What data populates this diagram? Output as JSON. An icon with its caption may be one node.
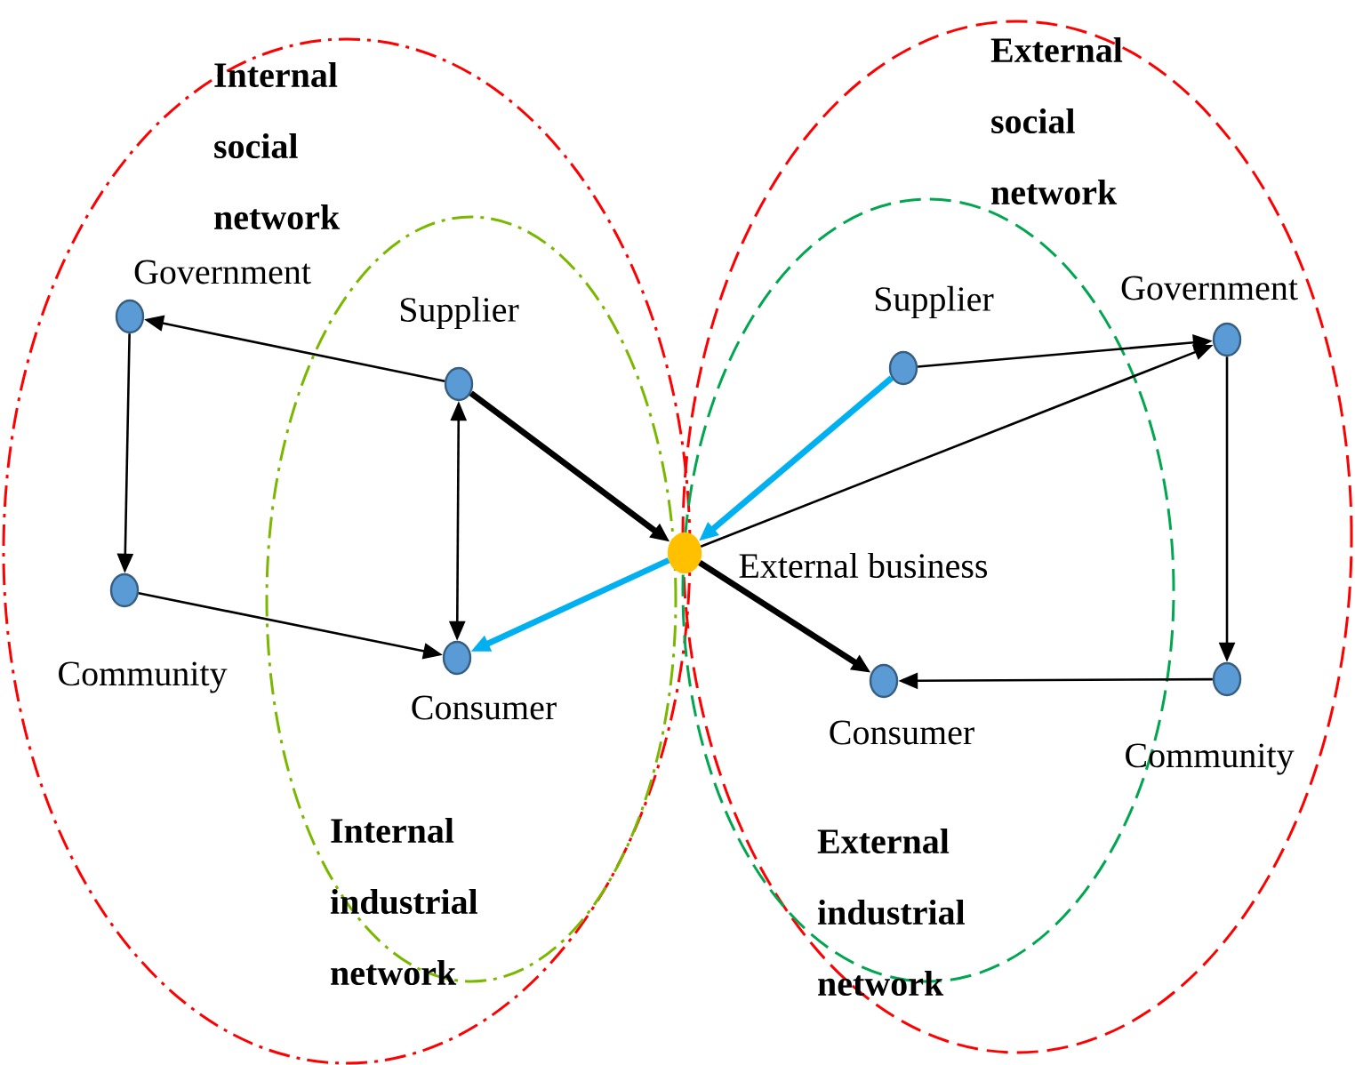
{
  "diagram": {
    "nodes": [
      {
        "text": [
          "Internal social network"
        ]
      },
      {
        "text": [
          "Internal industrial network"
        ],
        "in": 0
      },
      {
        "text": [
          "External social network"
        ]
      },
      {
        "text": [
          "External industrial network"
        ],
        "in": 2
      },
      {
        "text": [
          "Government"
        ],
        "in": 0
      },
      {
        "text": [
          "Supplier"
        ],
        "in": 1
      },
      {
        "text": [
          "Community"
        ],
        "in": 0
      },
      {
        "text": [
          "Consumer"
        ],
        "in": 1
      },
      {
        "text": [
          "External business"
        ]
      },
      {
        "text": [
          "Supplier"
        ],
        "in": 3
      },
      {
        "text": [
          "Government"
        ],
        "in": 2
      },
      {
        "text": [
          "Consumer"
        ],
        "in": 3
      },
      {
        "text": [
          "Community"
        ],
        "in": 2
      }
    ],
    "edges": [
      {
        "from": 5,
        "to": 4,
        "arrow": "to"
      },
      {
        "from": 4,
        "to": 6,
        "arrow": "to"
      },
      {
        "from": 6,
        "to": 7,
        "arrow": "to"
      },
      {
        "from": 5,
        "to": 7,
        "arrow": "both"
      },
      {
        "from": 5,
        "to": 8,
        "arrow": "to",
        "style": "thick"
      },
      {
        "from": 8,
        "to": 7,
        "arrow": "to",
        "style": "thick",
        "color": "#00b0f0"
      },
      {
        "from": 9,
        "to": 8,
        "arrow": "to",
        "style": "thick",
        "color": "#00b0f0"
      },
      {
        "from": 8,
        "to": 10,
        "arrow": "to"
      },
      {
        "from": 9,
        "to": 10,
        "arrow": "to"
      },
      {
        "from": 10,
        "to": 12,
        "arrow": "to"
      },
      {
        "from": 12,
        "to": 11,
        "arrow": "to"
      },
      {
        "from": 8,
        "to": 11,
        "arrow": "to",
        "style": "thick"
      }
    ]
  }
}
